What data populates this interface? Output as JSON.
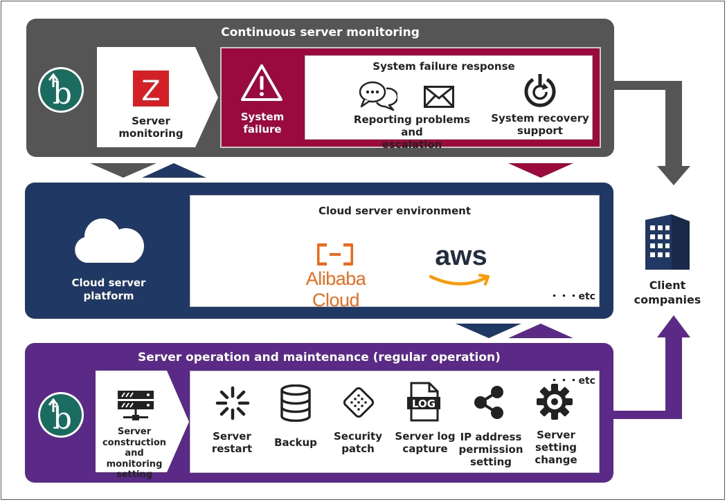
{
  "monitoring": {
    "title": "Continuous server monitoring",
    "server_monitoring": {
      "line1": "Server",
      "line2": "monitoring"
    },
    "system_failure": {
      "line1": "System",
      "line2": "failure"
    },
    "response": {
      "title": "System failure response",
      "reporting": {
        "line1": "Reporting problems and",
        "line2": "escalation"
      },
      "recovery": {
        "line1": "System recovery",
        "line2": "support"
      }
    }
  },
  "cloud": {
    "platform": {
      "line1": "Cloud server",
      "line2": "platform"
    },
    "env_title": "Cloud server environment",
    "alibaba": "Alibaba Cloud",
    "aws": "aws",
    "etc": "・・・etc"
  },
  "client": {
    "line1": "Client",
    "line2": "companies"
  },
  "operation": {
    "title": "Server operation and maintenance (regular operation)",
    "construction": {
      "line1": "Server",
      "line2": "construction",
      "line3": "and monitoring",
      "line4": "setting"
    },
    "etc": "・・・etc",
    "items": [
      {
        "line1": "Server",
        "line2": "restart"
      },
      {
        "line1": "Backup"
      },
      {
        "line1": "Security",
        "line2": "patch"
      },
      {
        "line1": "Server log",
        "line2": "capture"
      },
      {
        "line1": "IP address",
        "line2": "permission",
        "line3": "setting"
      },
      {
        "line1": "Server",
        "line2": "setting",
        "line3": "change"
      }
    ]
  },
  "colors": {
    "monitoring_bg": "#555555",
    "failure_red": "#9b0a3c",
    "cloud_navy": "#203864",
    "operation_purple": "#5b2a86",
    "logo_teal": "#1a6b60",
    "alibaba_orange": "#ee6a1b"
  },
  "icons": [
    "logo-b-icon",
    "zabbix-z-icon",
    "warning-icon",
    "chat-bubbles-icon",
    "envelope-icon",
    "power-recovery-icon",
    "cloud-icon",
    "alibaba-logo-icon",
    "aws-smile-icon",
    "office-building-icon",
    "server-rack-icon",
    "restart-icon",
    "database-icon",
    "security-patch-icon",
    "log-file-icon",
    "share-icon",
    "gear-icon"
  ]
}
